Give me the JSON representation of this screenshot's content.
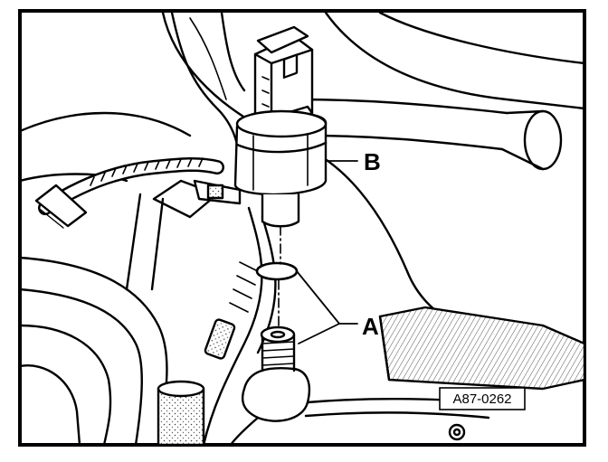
{
  "figure": {
    "callouts": {
      "b_label": "B",
      "a_label": "A"
    },
    "reference_code": "A87-0262"
  },
  "colors": {
    "ink": "#000000",
    "paper": "#ffffff",
    "shade": "#cfcfcf"
  }
}
